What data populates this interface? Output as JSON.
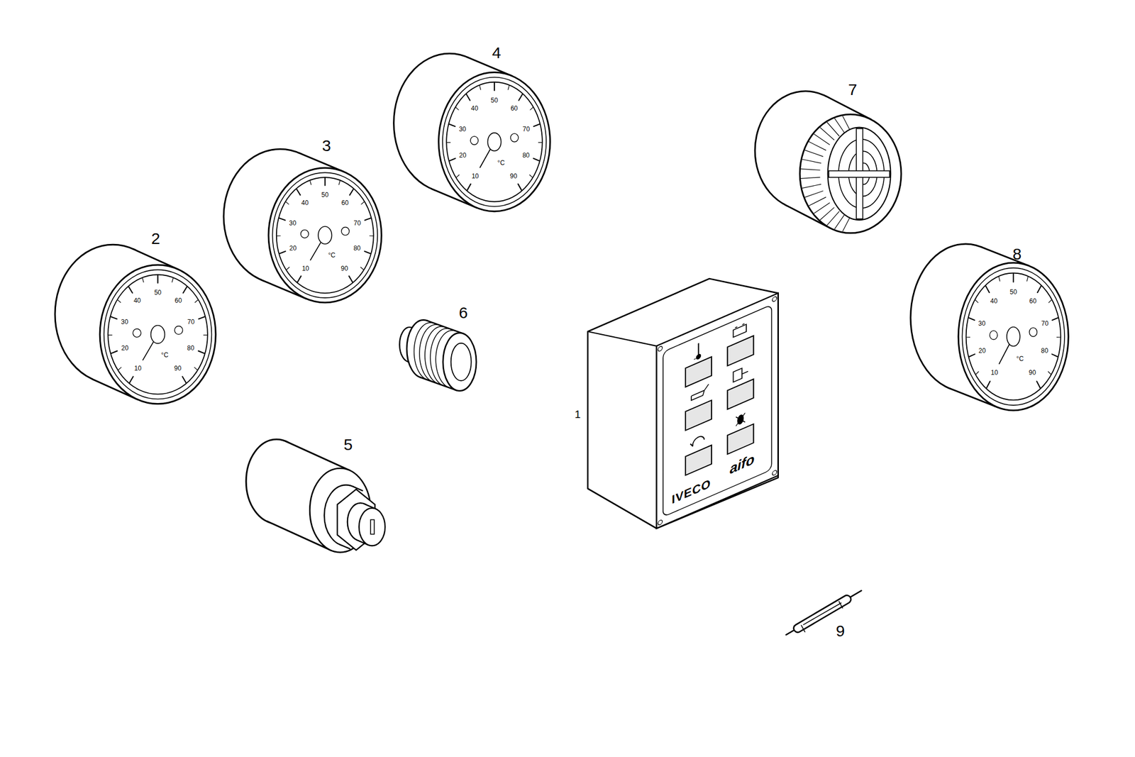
{
  "diagram": {
    "labels": [
      "4",
      "10",
      "20",
      "30",
      "40",
      "50",
      "60",
      "70",
      "80",
      "90",
      "°C",
      "7",
      "3",
      "10",
      "20",
      "30",
      "40",
      "50",
      "60",
      "70",
      "80",
      "90",
      "°C",
      "2",
      "10",
      "20",
      "30",
      "40",
      "50",
      "60",
      "70",
      "80",
      "90",
      "°C",
      "6",
      "8",
      "10",
      "20",
      "30",
      "40",
      "50",
      "60",
      "70",
      "80",
      "90",
      "°C",
      "1",
      "IVECO",
      "aifo",
      "5",
      "9"
    ]
  }
}
